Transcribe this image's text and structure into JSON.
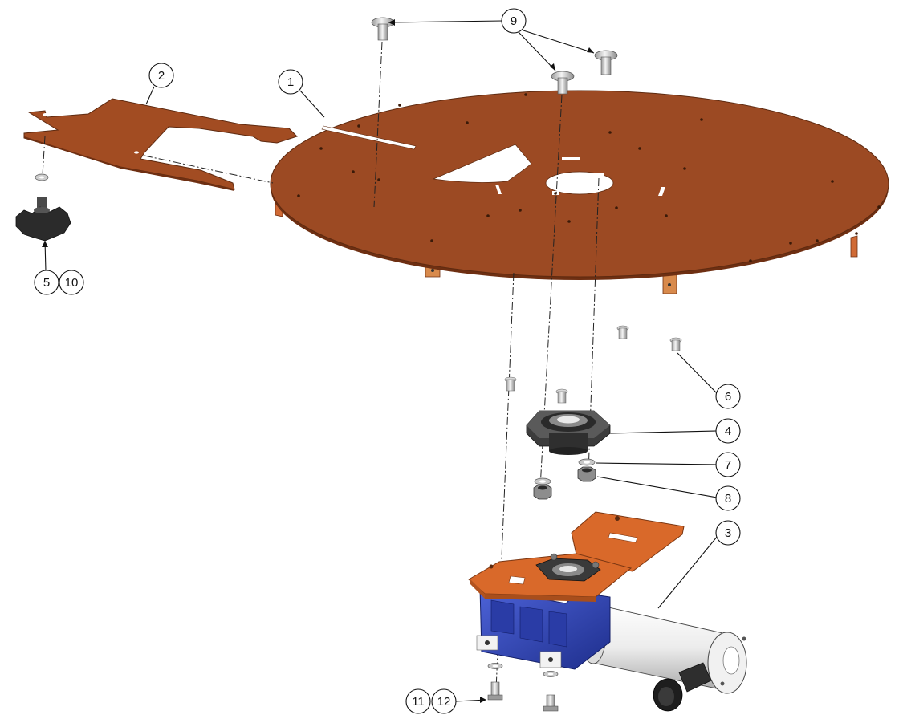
{
  "callouts": {
    "c1": "1",
    "c2": "2",
    "c3": "3",
    "c4": "4",
    "c5": "5",
    "c6": "6",
    "c7": "7",
    "c8": "8",
    "c9": "9",
    "c10": "10",
    "c11": "11",
    "c12": "12"
  },
  "colors": {
    "plate": "#9c4a23",
    "plate_edge": "#6e2f12",
    "bracket": "#d9692a",
    "gearbox": "#3247b5",
    "motor": "#e8e8e8",
    "rubber": "#2b2b2b",
    "metal": "#bdbdbd"
  }
}
